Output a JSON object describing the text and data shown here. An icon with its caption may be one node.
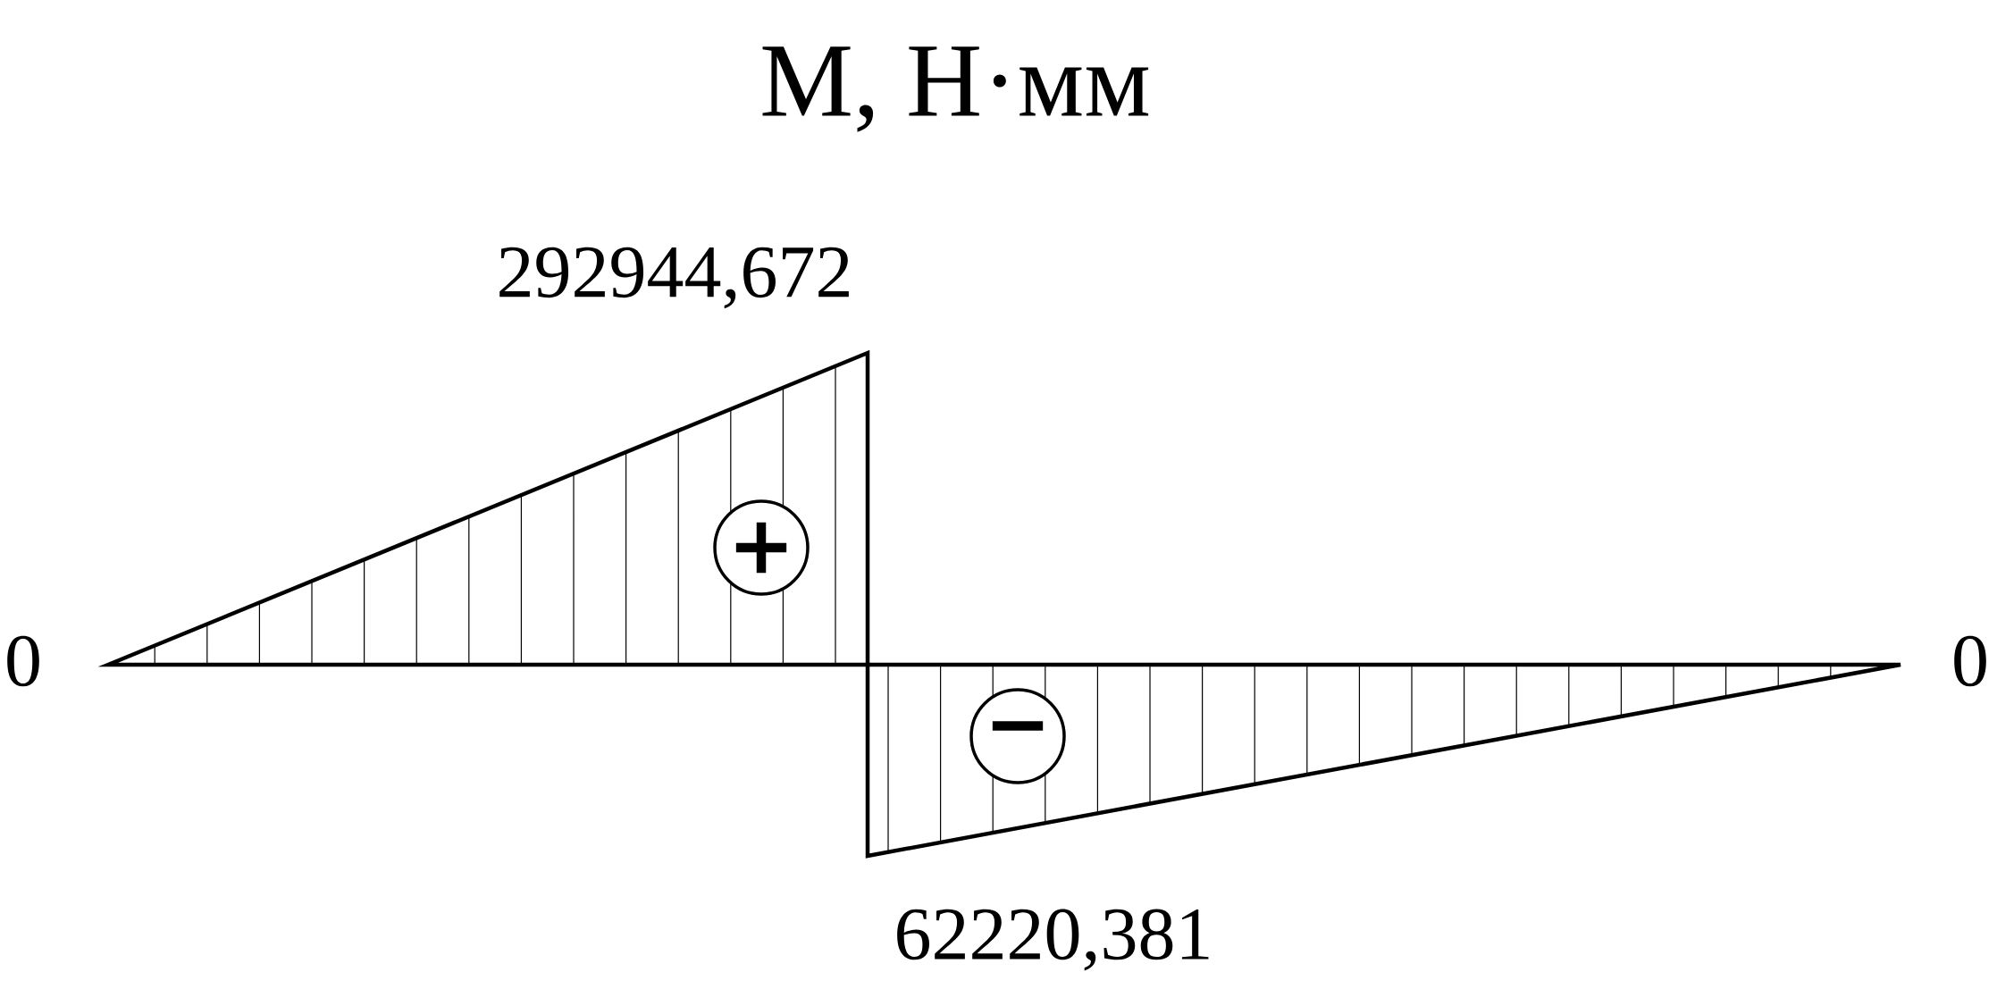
{
  "diagram": {
    "title": "M, Н·мм",
    "nodes": [
      {
        "text": [
          "+"
        ]
      },
      {
        "text": [
          "−"
        ]
      }
    ],
    "edges": [],
    "labels": [
      "292944,672",
      "0",
      "0",
      "62220,381"
    ]
  }
}
